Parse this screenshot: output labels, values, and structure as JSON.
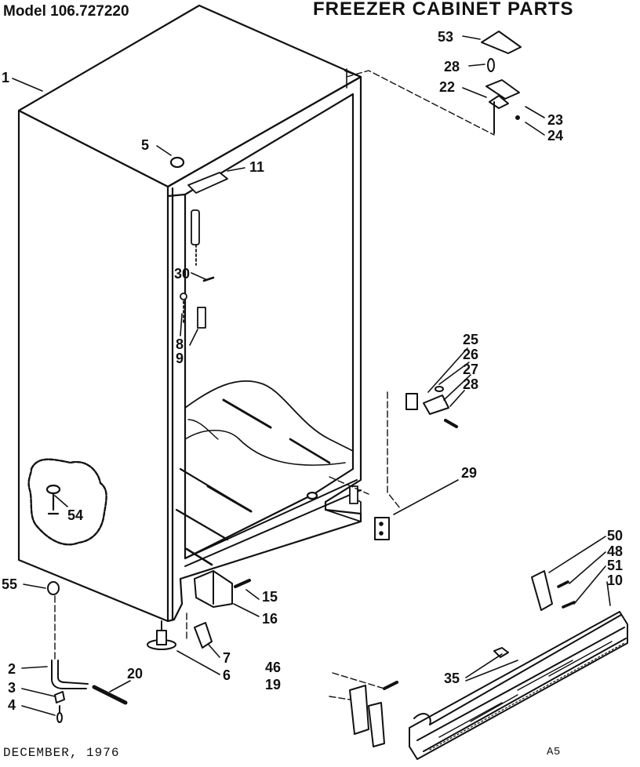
{
  "header": {
    "model": "Model 106.727220",
    "title": "FREEZER CABINET PARTS"
  },
  "footer": {
    "date": "DECEMBER, 1976",
    "code": "A5"
  },
  "callouts": {
    "c1": "1",
    "c2": "2",
    "c3": "3",
    "c4": "4",
    "c5": "5",
    "c6": "6",
    "c7": "7",
    "c8": "8",
    "c9": "9",
    "c10": "10",
    "c11": "11",
    "c15": "15",
    "c16": "16",
    "c19": "19",
    "c20": "20",
    "c22": "22",
    "c23": "23",
    "c24": "24",
    "c25": "25",
    "c26": "26",
    "c27": "27",
    "c28a": "28",
    "c28b": "28",
    "c29": "29",
    "c30": "30",
    "c35": "35",
    "c46": "46",
    "c48": "48",
    "c50": "50",
    "c51": "51",
    "c53": "53",
    "c54": "54",
    "c55": "55"
  }
}
